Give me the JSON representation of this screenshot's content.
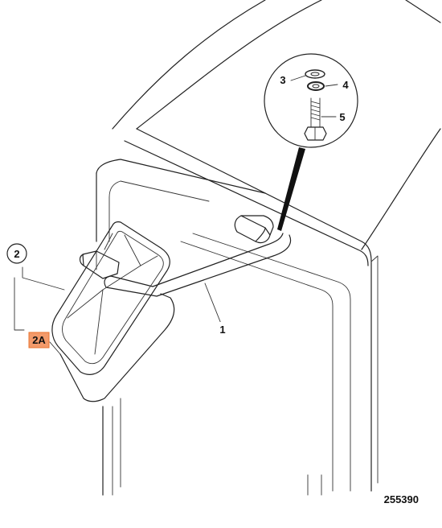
{
  "callouts": {
    "arm": "1",
    "mirror": "2",
    "mirror_alt": "2A",
    "washer_plain": "3",
    "washer_spring": "4",
    "bolt": "5"
  },
  "figure_ref": "255390",
  "colors": {
    "highlight": "#f39a6a",
    "line": "#222222"
  }
}
